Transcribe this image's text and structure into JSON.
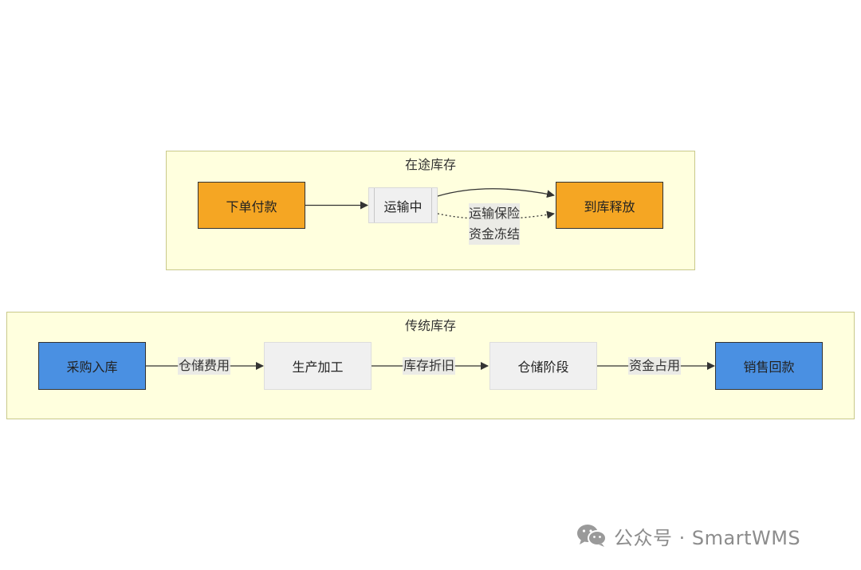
{
  "colors": {
    "cluster_fill": "#ffffde",
    "cluster_border": "#c9c98a",
    "orange": "#f5a623",
    "blue": "#4a90e2",
    "gray": "#f0f0f0",
    "edge": "#333333"
  },
  "top_cluster": {
    "title": "在途库存",
    "nodes": {
      "order_payment": "下单付款",
      "in_transit": "运输中",
      "arrival_release": "到库释放"
    },
    "edges": {
      "insurance_line1": "运输保险",
      "insurance_line2": "资金冻结"
    }
  },
  "bottom_cluster": {
    "title": "传统库存",
    "nodes": {
      "purchase_inbound": "采购入库",
      "production": "生产加工",
      "storage_stage": "仓储阶段",
      "sales_collection": "销售回款"
    },
    "edges": {
      "storage_fee": "仓储费用",
      "inventory_depreciation": "库存折旧",
      "capital_occupation": "资金占用"
    }
  },
  "watermark": {
    "icon": "wechat-icon",
    "text": "公众号 · SmartWMS"
  }
}
